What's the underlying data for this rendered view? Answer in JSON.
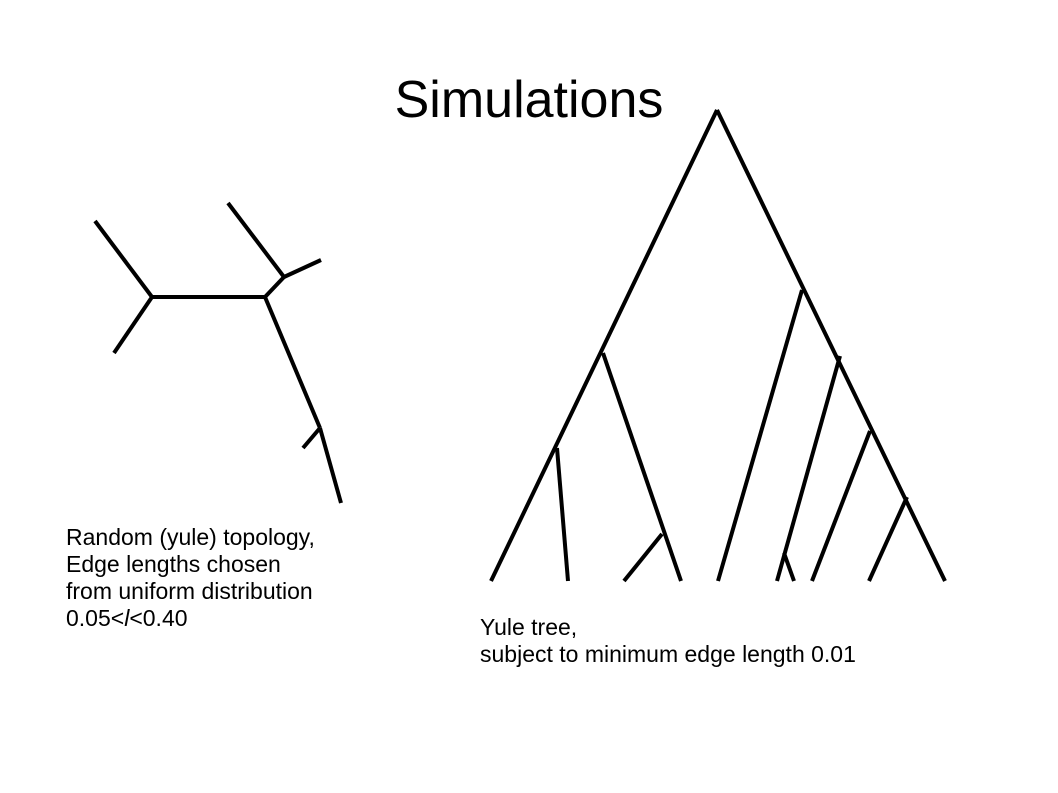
{
  "slide": {
    "title": "Simulations"
  },
  "left_panel": {
    "caption": {
      "line1": "Random (yule) topology,",
      "line2": "Edge lengths chosen",
      "line3": "from uniform distribution",
      "line4_prefix": "0.05<",
      "line4_var": "l",
      "line4_suffix": "<0.40"
    }
  },
  "right_panel": {
    "caption": {
      "line1": "Yule tree,",
      "line2": "subject to minimum edge length 0.01"
    }
  }
}
